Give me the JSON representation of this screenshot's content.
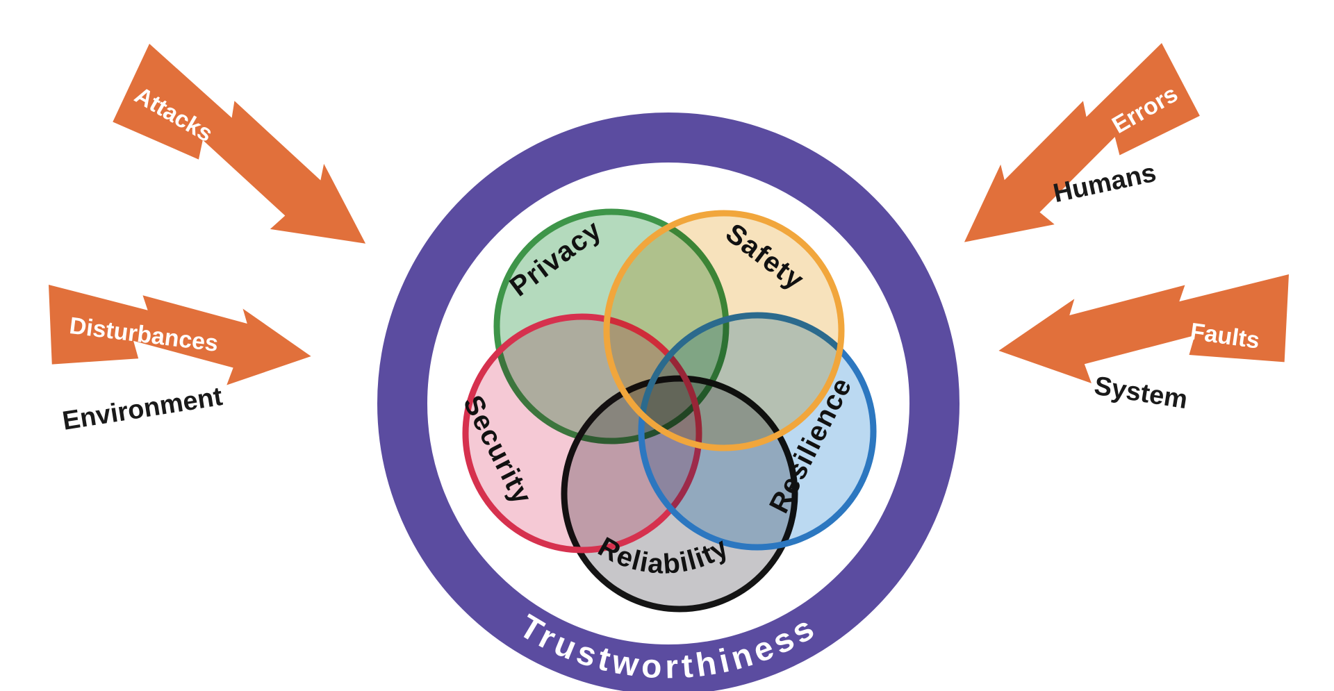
{
  "colors": {
    "ring_purple": "#5B4CA0",
    "bolt_orange": "#E1703B",
    "label_black": "#1A1A1A",
    "label_white": "#FFFFFF"
  },
  "ring": {
    "label": "Trustworthiness"
  },
  "venn": {
    "privacy": {
      "label": "Privacy",
      "stroke": "#3E9549",
      "fill": "#A7D3B2"
    },
    "safety": {
      "label": "Safety",
      "stroke": "#F1A63C",
      "fill": "#F6DDB0"
    },
    "security": {
      "label": "Security",
      "stroke": "#D6314E",
      "fill": "#F3BFCE"
    },
    "resilience": {
      "label": "Resilience",
      "stroke": "#2C77C0",
      "fill": "#AFD2EE"
    },
    "reliability": {
      "label": "Reliability",
      "stroke": "#141414",
      "fill": "#BDBCC0"
    }
  },
  "threats": {
    "attacks": {
      "label": "Attacks"
    },
    "errors": {
      "label": "Errors",
      "source": "Humans"
    },
    "disturbances": {
      "label": "Disturbances",
      "source": "Environment"
    },
    "faults": {
      "label": "Faults",
      "source": "System"
    }
  }
}
